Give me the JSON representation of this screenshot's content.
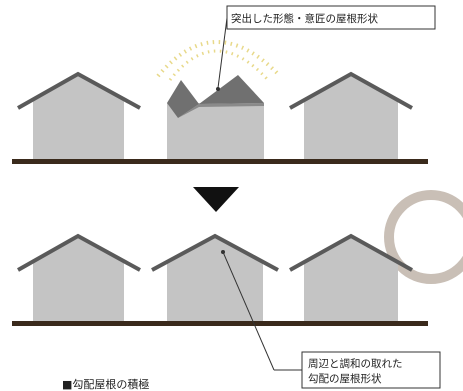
{
  "callouts": {
    "top": "突出した形態・意匠の屋根形状",
    "bottom_line1": "周辺と調和の取れた",
    "bottom_line2": "勾配の屋根形状"
  },
  "caption": "■勾配屋根の積極",
  "colors": {
    "house_fill": "#c4c4c4",
    "roof_stroke": "#5a5a5a",
    "gable_fill": "#707070",
    "ground": "#3a2a1c",
    "arrow": "#111111",
    "highlight_arcs": "#e8d98a",
    "circle_accent": "#c9bfb6"
  }
}
